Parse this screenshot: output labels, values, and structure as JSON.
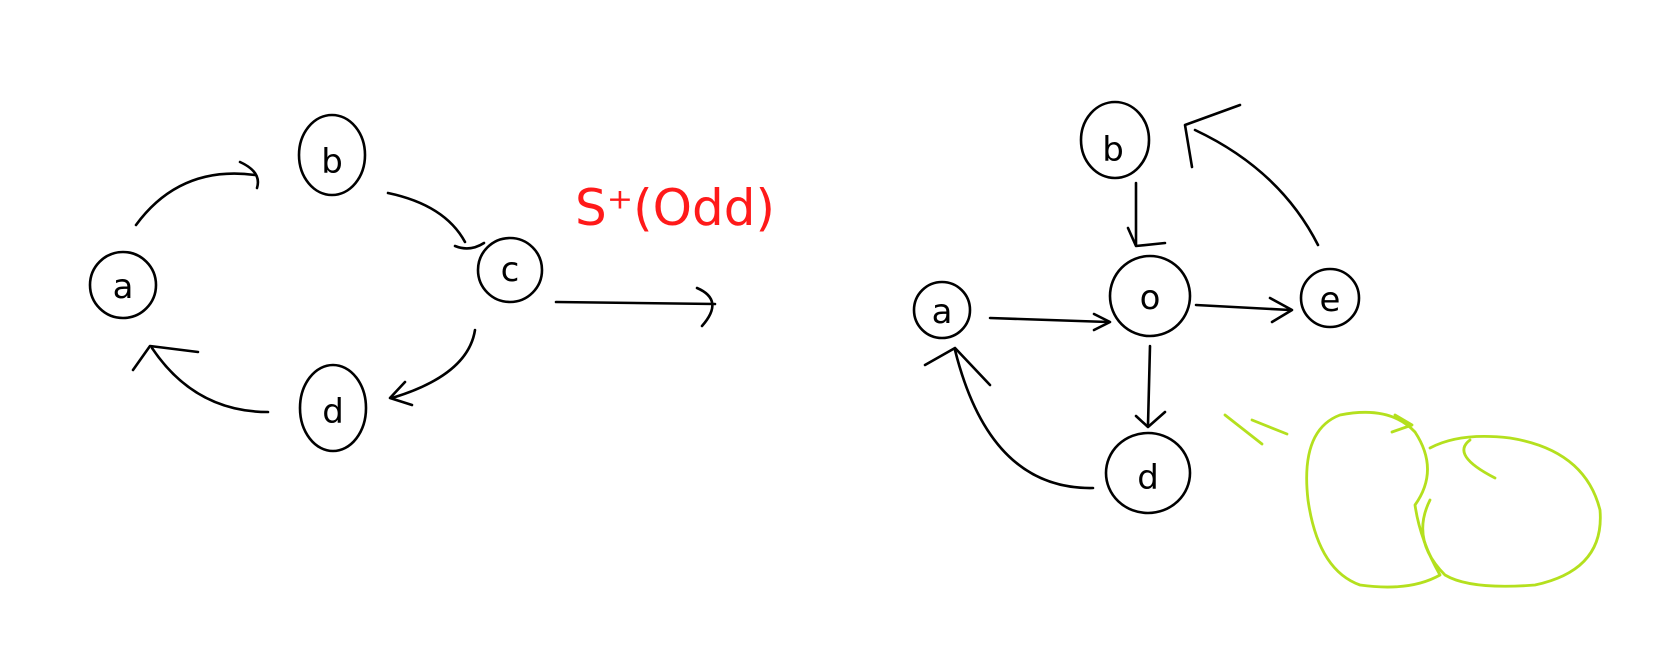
{
  "colors": {
    "ink": "#000000",
    "annotation": "#ff1a1a",
    "highlight": "#b4e01e"
  },
  "left_graph": {
    "nodes": [
      {
        "id": "a",
        "label": "a"
      },
      {
        "id": "b",
        "label": "b"
      },
      {
        "id": "c",
        "label": "c"
      },
      {
        "id": "d",
        "label": "d"
      }
    ],
    "edges": [
      {
        "from": "a",
        "to": "b"
      },
      {
        "from": "b",
        "to": "c"
      },
      {
        "from": "c",
        "to": "d"
      },
      {
        "from": "d",
        "to": "a"
      }
    ]
  },
  "annotation": {
    "text": "S⁺(Odd)"
  },
  "right_graph": {
    "nodes": [
      {
        "id": "a",
        "label": "a"
      },
      {
        "id": "b",
        "label": "b"
      },
      {
        "id": "o",
        "label": "o"
      },
      {
        "id": "e",
        "label": "e"
      },
      {
        "id": "d",
        "label": "d"
      }
    ],
    "edges": [
      {
        "from": "a",
        "to": "o"
      },
      {
        "from": "b",
        "to": "o"
      },
      {
        "from": "o",
        "to": "e"
      },
      {
        "from": "o",
        "to": "d"
      },
      {
        "from": "e",
        "to": "b"
      },
      {
        "from": "d",
        "to": "a"
      }
    ]
  },
  "equivalence_mark": {
    "symbol": "="
  }
}
